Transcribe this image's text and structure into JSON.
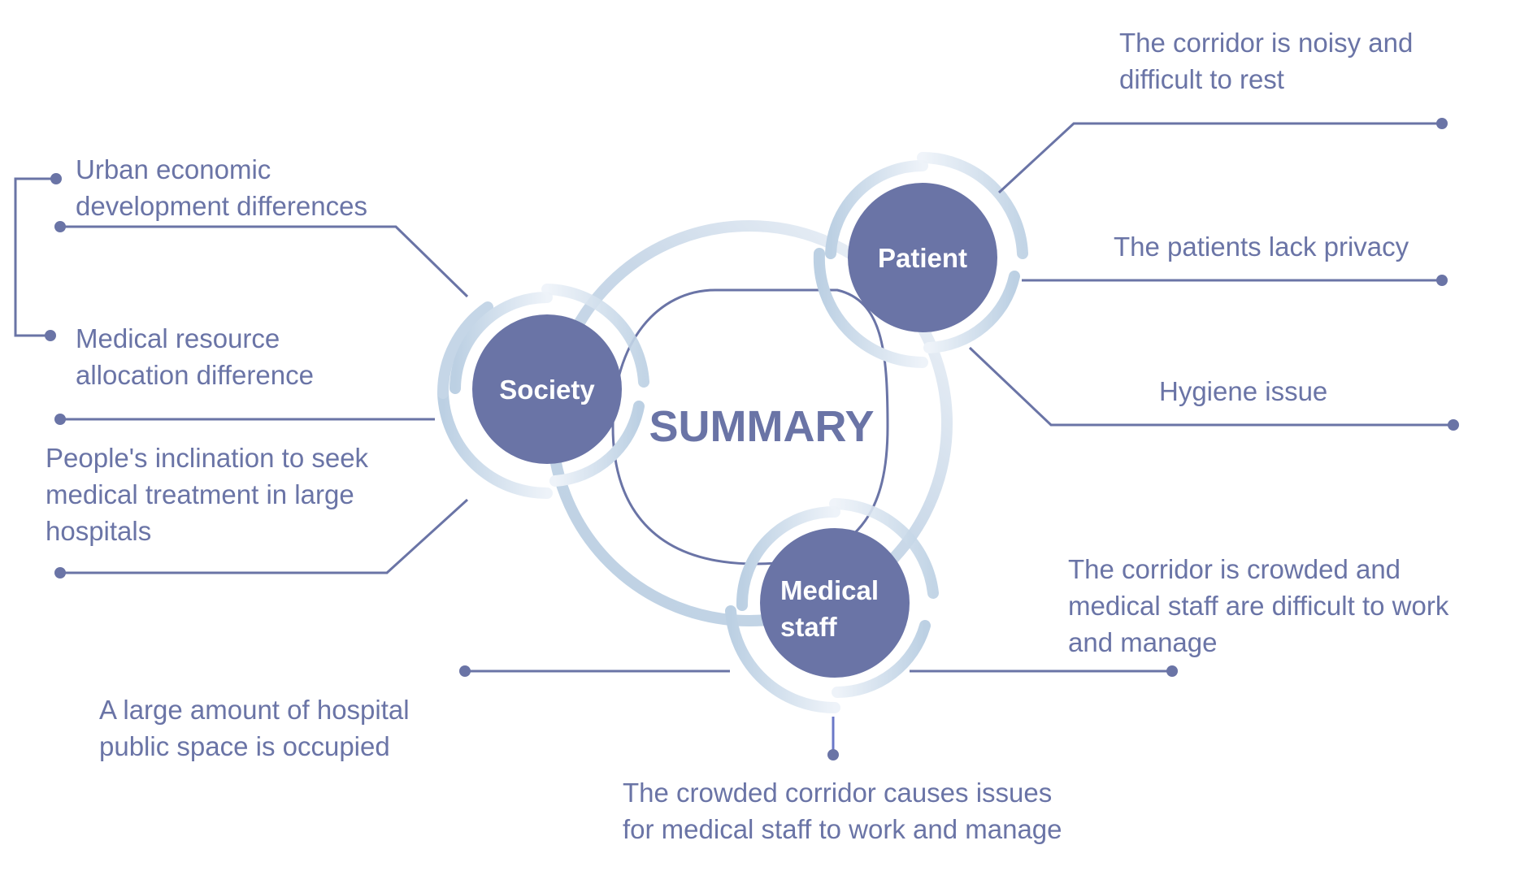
{
  "title": "SUMMARY",
  "colors": {
    "primary": "#6a74a6",
    "ring": "#bdd0e2",
    "background": "#ffffff"
  },
  "nodes": {
    "society": {
      "label": "Society",
      "items": [
        "Urban economic development differences",
        "Medical resource allocation difference",
        "People's inclination to seek medical treatment in large hospitals"
      ],
      "lines": {
        "urban": [
          "Urban economic",
          "development differences"
        ],
        "resource": [
          "Medical resource",
          "allocation difference"
        ],
        "inclination": [
          "People's inclination to seek",
          "medical treatment in large",
          "hospitals"
        ]
      }
    },
    "patient": {
      "label": "Patient",
      "items": [
        "The corridor is noisy and difficult to rest",
        "The patients lack privacy",
        "Hygiene issue"
      ],
      "lines": {
        "noisy": [
          "The corridor is noisy and",
          "difficult to rest"
        ],
        "privacy": [
          "The patients lack privacy"
        ],
        "hygiene": [
          "Hygiene issue"
        ]
      }
    },
    "medical_staff": {
      "label_lines": [
        "Medical",
        "staff"
      ],
      "items": [
        "A large amount of hospital public space is occupied",
        "The crowded corridor causes issues for medical staff to work and manage",
        "The corridor is crowded and medical staff are difficult to work and manage"
      ],
      "lines": {
        "space": [
          "A large amount of hospital",
          "public space is occupied"
        ],
        "causes": [
          "The crowded corridor causes issues",
          "for medical staff to work and manage"
        ],
        "crowded": [
          "The corridor is crowded and",
          "medical staff are difficult to work",
          "and manage"
        ]
      }
    }
  }
}
